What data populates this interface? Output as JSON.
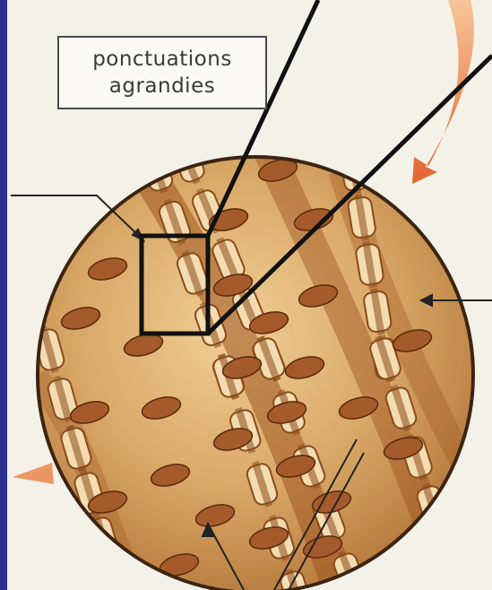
{
  "label": {
    "line1": "ponctuations",
    "line2": "agrandies"
  },
  "colors": {
    "background": "#f4f1e8",
    "left_border": "#2b2f8f",
    "wood_fill": "#d9a867",
    "wood_dark": "#8a4a1c",
    "circle_outline": "#3b2411",
    "pit_fill": "#a45a2a",
    "zoom_frame": "#111111",
    "orange_arrow": "#e86a2a"
  },
  "icons": [
    "magnified-wood-section",
    "zoom-box-icon",
    "curved-orange-arrow"
  ]
}
